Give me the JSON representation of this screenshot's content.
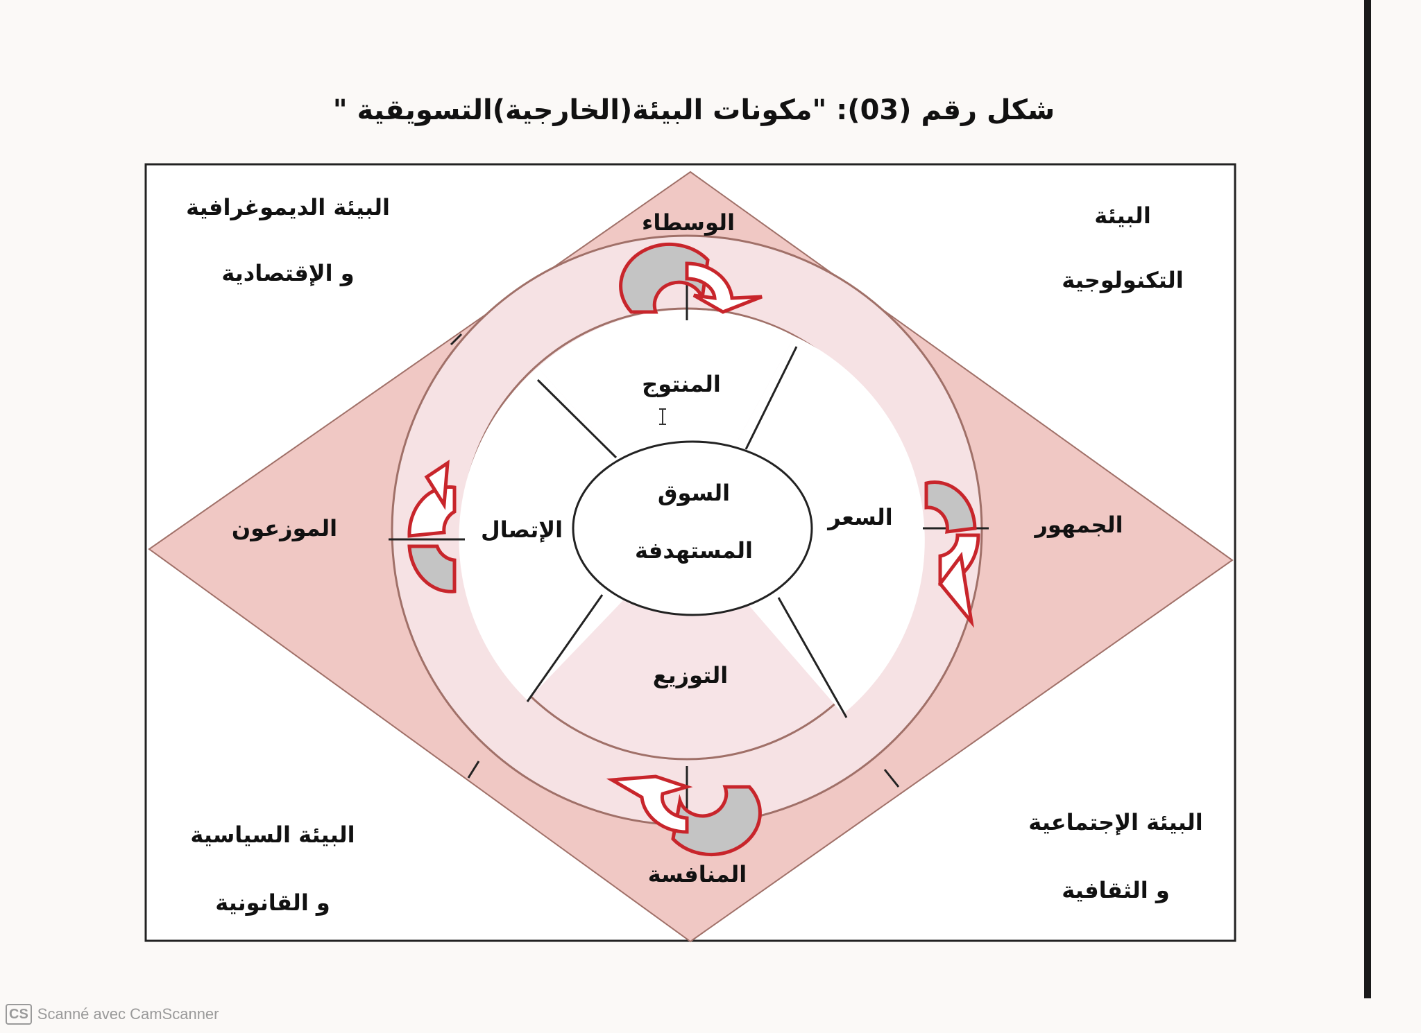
{
  "title": "شكل رقم (03): \"مكونات البيئة(الخارجية)التسويقية \"",
  "corners": {
    "top_left": [
      "البيئة الديموغرافية",
      "و الإقتصادية"
    ],
    "top_right": [
      "البيئة",
      "التكنولوجية"
    ],
    "bottom_left": [
      "البيئة السياسية",
      "و القانونية"
    ],
    "bottom_right": [
      "البيئة الإجتماعية",
      "و الثقافية"
    ]
  },
  "diamond": {
    "top": "الوسطاء",
    "left": "الموزعون",
    "right": "الجمهور",
    "bottom": "المنافسة"
  },
  "inner_ring": {
    "top": "المنتوج",
    "left": "الإتصال",
    "right": "السعر",
    "bottom": "التوزيع"
  },
  "center": [
    "السوق",
    "المستهدفة"
  ],
  "colors": {
    "diamond_fill": "#f0c8c4",
    "ring_fill": "#f6e2e4",
    "arrow_red": "#c8252b",
    "arrow_gray": "#c4c4c4",
    "frame": "#222222"
  },
  "icons": [
    "cycle-arrow-icon",
    "cursor-ibeam-icon"
  ],
  "watermark": {
    "logo": "CS",
    "text": "Scanné avec CamScanner"
  }
}
